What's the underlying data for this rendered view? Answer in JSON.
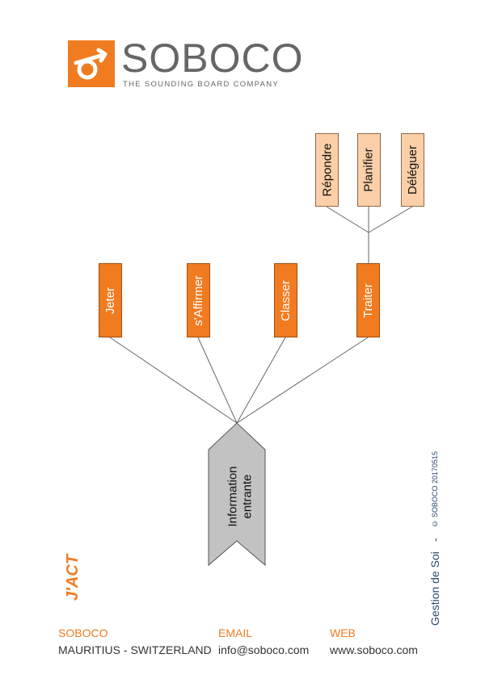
{
  "logo": {
    "name": "SOBOCO",
    "tagline": "THE SOUNDING BOARD COMPANY"
  },
  "diagram": {
    "root": [
      "Information",
      "entrante"
    ],
    "branches": [
      "Jeter",
      "s'Affirmer",
      "Classer",
      "Traiter"
    ],
    "sub_branches": [
      "Répondre",
      "Planifier",
      "Déléguer"
    ]
  },
  "title": "J'ACT",
  "side": {
    "label": "Gestion de Soi",
    "separator": "-",
    "copyright": "© SOBOCO 20170515"
  },
  "footer": {
    "company_label": "SOBOCO",
    "company_value": "MAURITIUS - SWITZERLAND",
    "email_label": "EMAIL",
    "email_value": "info@soboco.com",
    "web_label": "WEB",
    "web_value": "www.soboco.com"
  },
  "colors": {
    "accent": "#f07b21",
    "sub_fill": "#fbcfa7",
    "root_fill": "#c2c2c2",
    "side_text": "#2b4a6e"
  }
}
